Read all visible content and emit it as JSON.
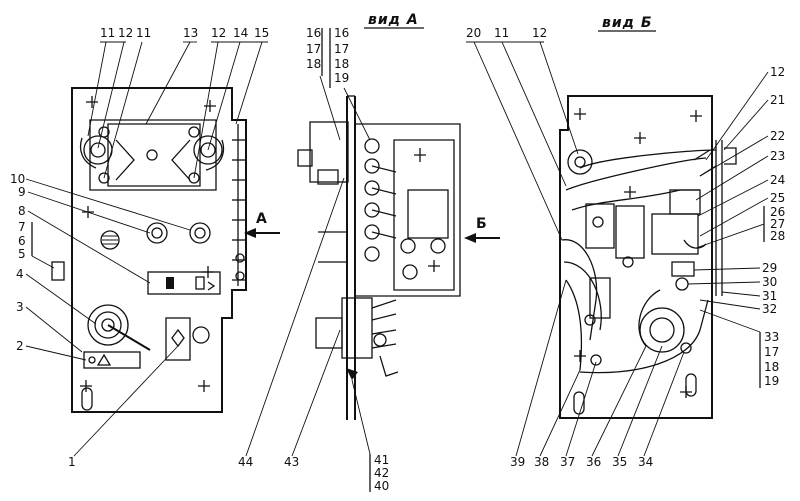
{
  "views": {
    "view_a_title": "вид А",
    "view_b_title": "вид Б"
  },
  "arrows": {
    "a_letter": "А",
    "b_letter": "Б"
  },
  "callouts": {
    "left_top": [
      "11",
      "12",
      "11",
      "13",
      "12",
      "14",
      "15"
    ],
    "left_side": [
      "10",
      "9",
      "8",
      "7",
      "6",
      "5",
      "4",
      "3",
      "2"
    ],
    "left_bottom": [
      "1"
    ],
    "middle_top_left": [
      "16",
      "17",
      "18"
    ],
    "middle_top_right": [
      "16",
      "17",
      "18",
      "19"
    ],
    "middle_bottom": [
      "44",
      "43"
    ],
    "middle_bottom_stack": [
      "41",
      "42",
      "40"
    ],
    "right_top": [
      "20",
      "11",
      "12"
    ],
    "right_side": [
      "12",
      "21",
      "22",
      "23",
      "24",
      "25",
      "26",
      "27",
      "28",
      "29",
      "30",
      "31",
      "32"
    ],
    "right_side_stack": [
      "33",
      "17",
      "18",
      "19"
    ],
    "right_bottom": [
      "39",
      "38",
      "37",
      "36",
      "35",
      "34"
    ]
  }
}
